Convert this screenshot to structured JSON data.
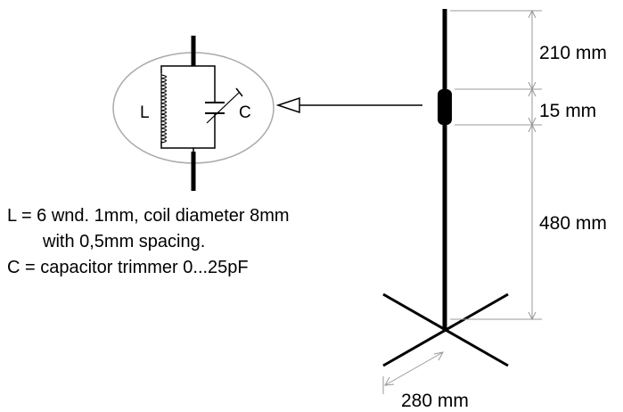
{
  "dimensions": {
    "top_section": "210 mm",
    "coil_section": "15 mm",
    "bottom_section": "480 mm",
    "radials": "280 mm"
  },
  "circuit": {
    "inductor_label": "L",
    "capacitor_label": "C"
  },
  "notes": {
    "line1": "L = 6 wnd. 1mm, coil diameter 8mm",
    "line2": "with 0,5mm spacing.",
    "line3": "C = capacitor trimmer 0...25pF"
  },
  "colors": {
    "ink": "#000000",
    "dimension_gray": "#999999",
    "ellipse_gray": "#aaaaaa"
  }
}
